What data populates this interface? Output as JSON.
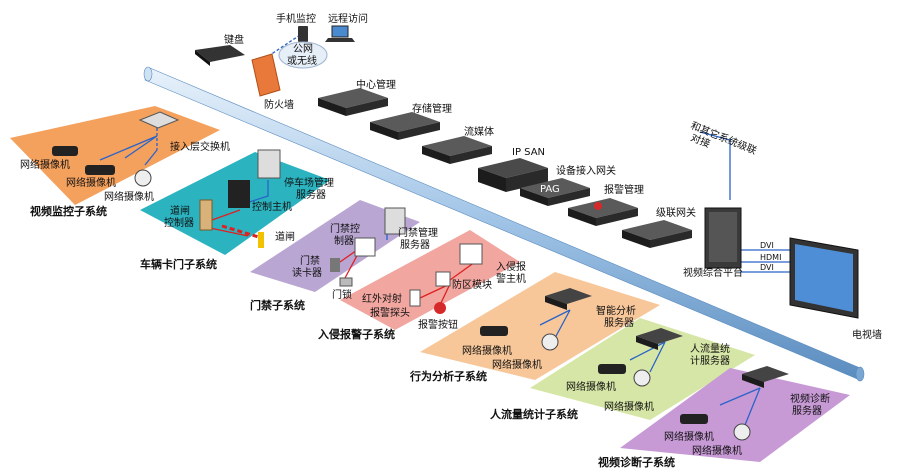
{
  "top": {
    "keyboard": "键盘",
    "mobile_monitor": "手机监控",
    "remote_access": "远程访问",
    "internet_line1": "公网",
    "internet_line2": "或无线",
    "firewall": "防火墙"
  },
  "core": {
    "central_mgmt": "中心管理",
    "storage_mgmt": "存储管理",
    "streaming": "流媒体",
    "ip_san": "IP SAN",
    "device_gateway": "设备接入网关",
    "alarm_mgmt": "报警管理",
    "cascade_gateway": "级联网关",
    "pag_label": "PAG",
    "other_link_line1": "和其它系统级联",
    "other_link_line2": "对接",
    "platform": "视频综合平台",
    "video_wall": "电视墙",
    "port_labels": [
      "DVI",
      "HDMI",
      "DVI"
    ]
  },
  "video_monitor": {
    "switch": "接入层交换机",
    "cam1": "网络摄像机",
    "cam2": "网络摄像机",
    "cam3": "网络摄像机",
    "title": "视频监控子系统"
  },
  "vehicle": {
    "parking_server_line1": "停车场管理",
    "parking_server_line2": "服务器",
    "host": "控制主机",
    "gate_ctrl_line1": "道闸",
    "gate_ctrl_line2": "控制器",
    "barrier": "道闸",
    "title": "车辆卡门子系统"
  },
  "access": {
    "controller_line1": "门禁控",
    "controller_line2": "制器",
    "server_line1": "门禁管理",
    "server_line2": "服务器",
    "reader_line1": "门禁",
    "reader_line2": "读卡器",
    "lock": "门锁",
    "title": "门禁子系统"
  },
  "intrusion": {
    "host_line1": "入侵报",
    "host_line2": "警主机",
    "zone_module": "防区模块",
    "ir_line1": "红外对射",
    "ir_line2": "报警探头",
    "button": "报警按钮",
    "title": "入侵报警子系统"
  },
  "behavior": {
    "server_line1": "智能分析",
    "server_line2": "服务器",
    "cam1": "网络摄像机",
    "cam2": "网络摄像机",
    "title": "行为分析子系统"
  },
  "flow": {
    "server_line1": "人流量统",
    "server_line2": "计服务器",
    "cam1": "网络摄像机",
    "cam2": "网络摄像机",
    "title": "人流量统计子系统"
  },
  "diagnosis": {
    "server_line1": "视频诊断",
    "server_line2": "服务器",
    "cam1": "网络摄像机",
    "cam2": "网络摄像机",
    "title": "视频诊断子系统"
  },
  "colors": {
    "video_zone": "#f4a15e",
    "vehicle_zone": "#2bb3c0",
    "access_zone": "#b9a6d3",
    "intrusion_zone": "#f1a6a0",
    "behavior_zone": "#f7c79a",
    "flow_zone": "#d6e6a6",
    "diag_zone": "#c79ad6",
    "backbone": "#9fc3e6",
    "link_blue": "#2a63c8",
    "link_red": "#e02020"
  }
}
